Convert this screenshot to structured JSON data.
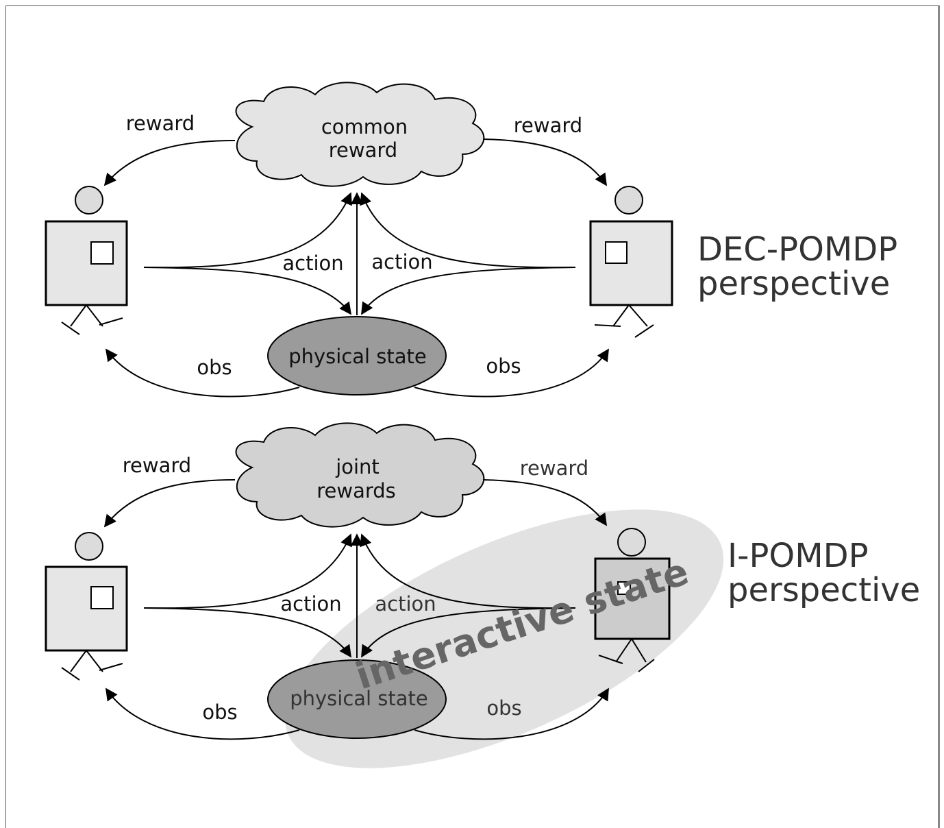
{
  "top": {
    "cloud": [
      "common",
      "reward"
    ],
    "state": "physical state",
    "labels": {
      "reward_left": "reward",
      "reward_right": "reward",
      "action_left": "action",
      "action_right": "action",
      "obs_left": "obs",
      "obs_right": "obs"
    },
    "perspective": [
      "DEC-POMDP",
      "perspective"
    ]
  },
  "bottom": {
    "cloud": [
      "joint",
      "rewards"
    ],
    "state": "physical state",
    "labels": {
      "reward_left": "reward",
      "reward_right": "reward",
      "action_left": "action",
      "action_right": "action",
      "obs_left": "obs",
      "obs_right": "obs"
    },
    "interactive": "interactive state",
    "perspective": [
      "I-POMDP",
      "perspective"
    ]
  },
  "colors": {
    "agent_fill": "#e6e6e6",
    "cloud_fill": "#e4e4e4",
    "cloud_fill_bottom": "#d2d2d2",
    "state_fill": "#9b9b9b",
    "interactive_fill": "#e2e2e2"
  }
}
